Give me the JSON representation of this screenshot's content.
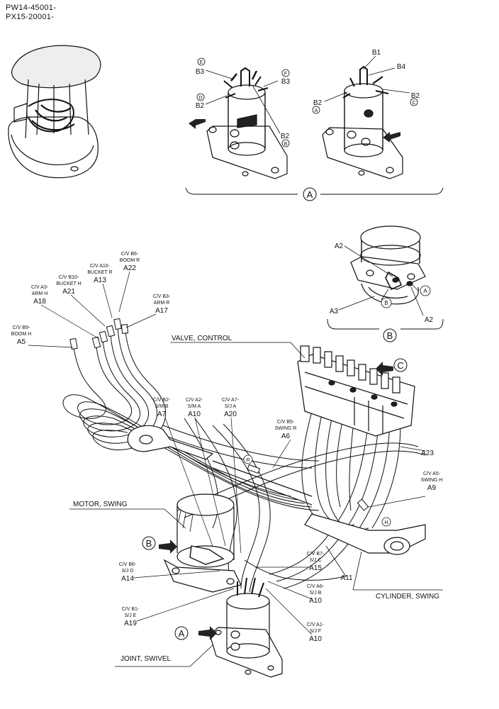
{
  "header": {
    "model_line_1": "PW14-45001-",
    "model_line_2": "PX15-20001-"
  },
  "views": {
    "a_label": "A",
    "b_label": "B",
    "c_label": "C",
    "arrow_a": "A",
    "arrow_b": "B"
  },
  "components": {
    "valve_control": "VALVE, CONTROL",
    "motor_swing": "MOTOR, SWING",
    "cylinder_swing": "CYLINDER, SWING",
    "joint_swivel": "JOINT, SWIVEL"
  },
  "view_a_labels": {
    "port_e": "E",
    "b3_left": "B3",
    "port_f": "F",
    "b3_right": "B3",
    "port_d": "D",
    "b2_left": "B2",
    "b2_bottom": "B2",
    "port_b": "B",
    "b1": "B1",
    "b4": "B4",
    "b2_a": "B2",
    "port_a": "A",
    "b2_c": "B2",
    "port_c": "C"
  },
  "view_b_labels": {
    "a2_top": "A2",
    "a3": "A3",
    "a2_bottom": "A2",
    "port_a": "A",
    "port_b": "B"
  },
  "callouts": [
    {
      "line1": "C/V B6-",
      "line2": "BOOM R",
      "code": "A22"
    },
    {
      "line1": "C/V A10-",
      "line2": "BUCKET R",
      "code": "A13"
    },
    {
      "line1": "C/V B10-",
      "line2": "BUCKET H",
      "code": "A21"
    },
    {
      "line1": "C/V A3-",
      "line2": "ARM H",
      "code": "A18"
    },
    {
      "line1": "C/V B3-",
      "line2": "ARM R",
      "code": "A17"
    },
    {
      "line1": "C/V B9-",
      "line2": "BOOM H",
      "code": "A5"
    },
    {
      "line1": "C/V B2-",
      "line2": "S/M B",
      "code": "A7"
    },
    {
      "line1": "C/V A2-",
      "line2": "S/M A",
      "code": "A10"
    },
    {
      "line1": "C/V A7-",
      "line2": "S/J A",
      "code": "A20"
    },
    {
      "line1": "C/V B5-",
      "line2": "SWING R",
      "code": "A6"
    },
    {
      "line1": "C/V A5-",
      "line2": "SWING H",
      "code": "A9"
    },
    {
      "line1": "C/V B6-",
      "line2": "S/J D",
      "code": "A14"
    },
    {
      "line1": "C/V B7-",
      "line2": "S/J C",
      "code": "A15"
    },
    {
      "line1": "C/V A6-",
      "line2": "S/J B",
      "code": "A10"
    },
    {
      "line1": "C/V B1-",
      "line2": "S/J E",
      "code": "A19"
    },
    {
      "line1": "C/V A1-",
      "line2": "S/J F",
      "code": "A10"
    }
  ],
  "single_labels": {
    "a23": "A23",
    "a11": "A11",
    "hose_r": "R",
    "hose_h": "H"
  }
}
